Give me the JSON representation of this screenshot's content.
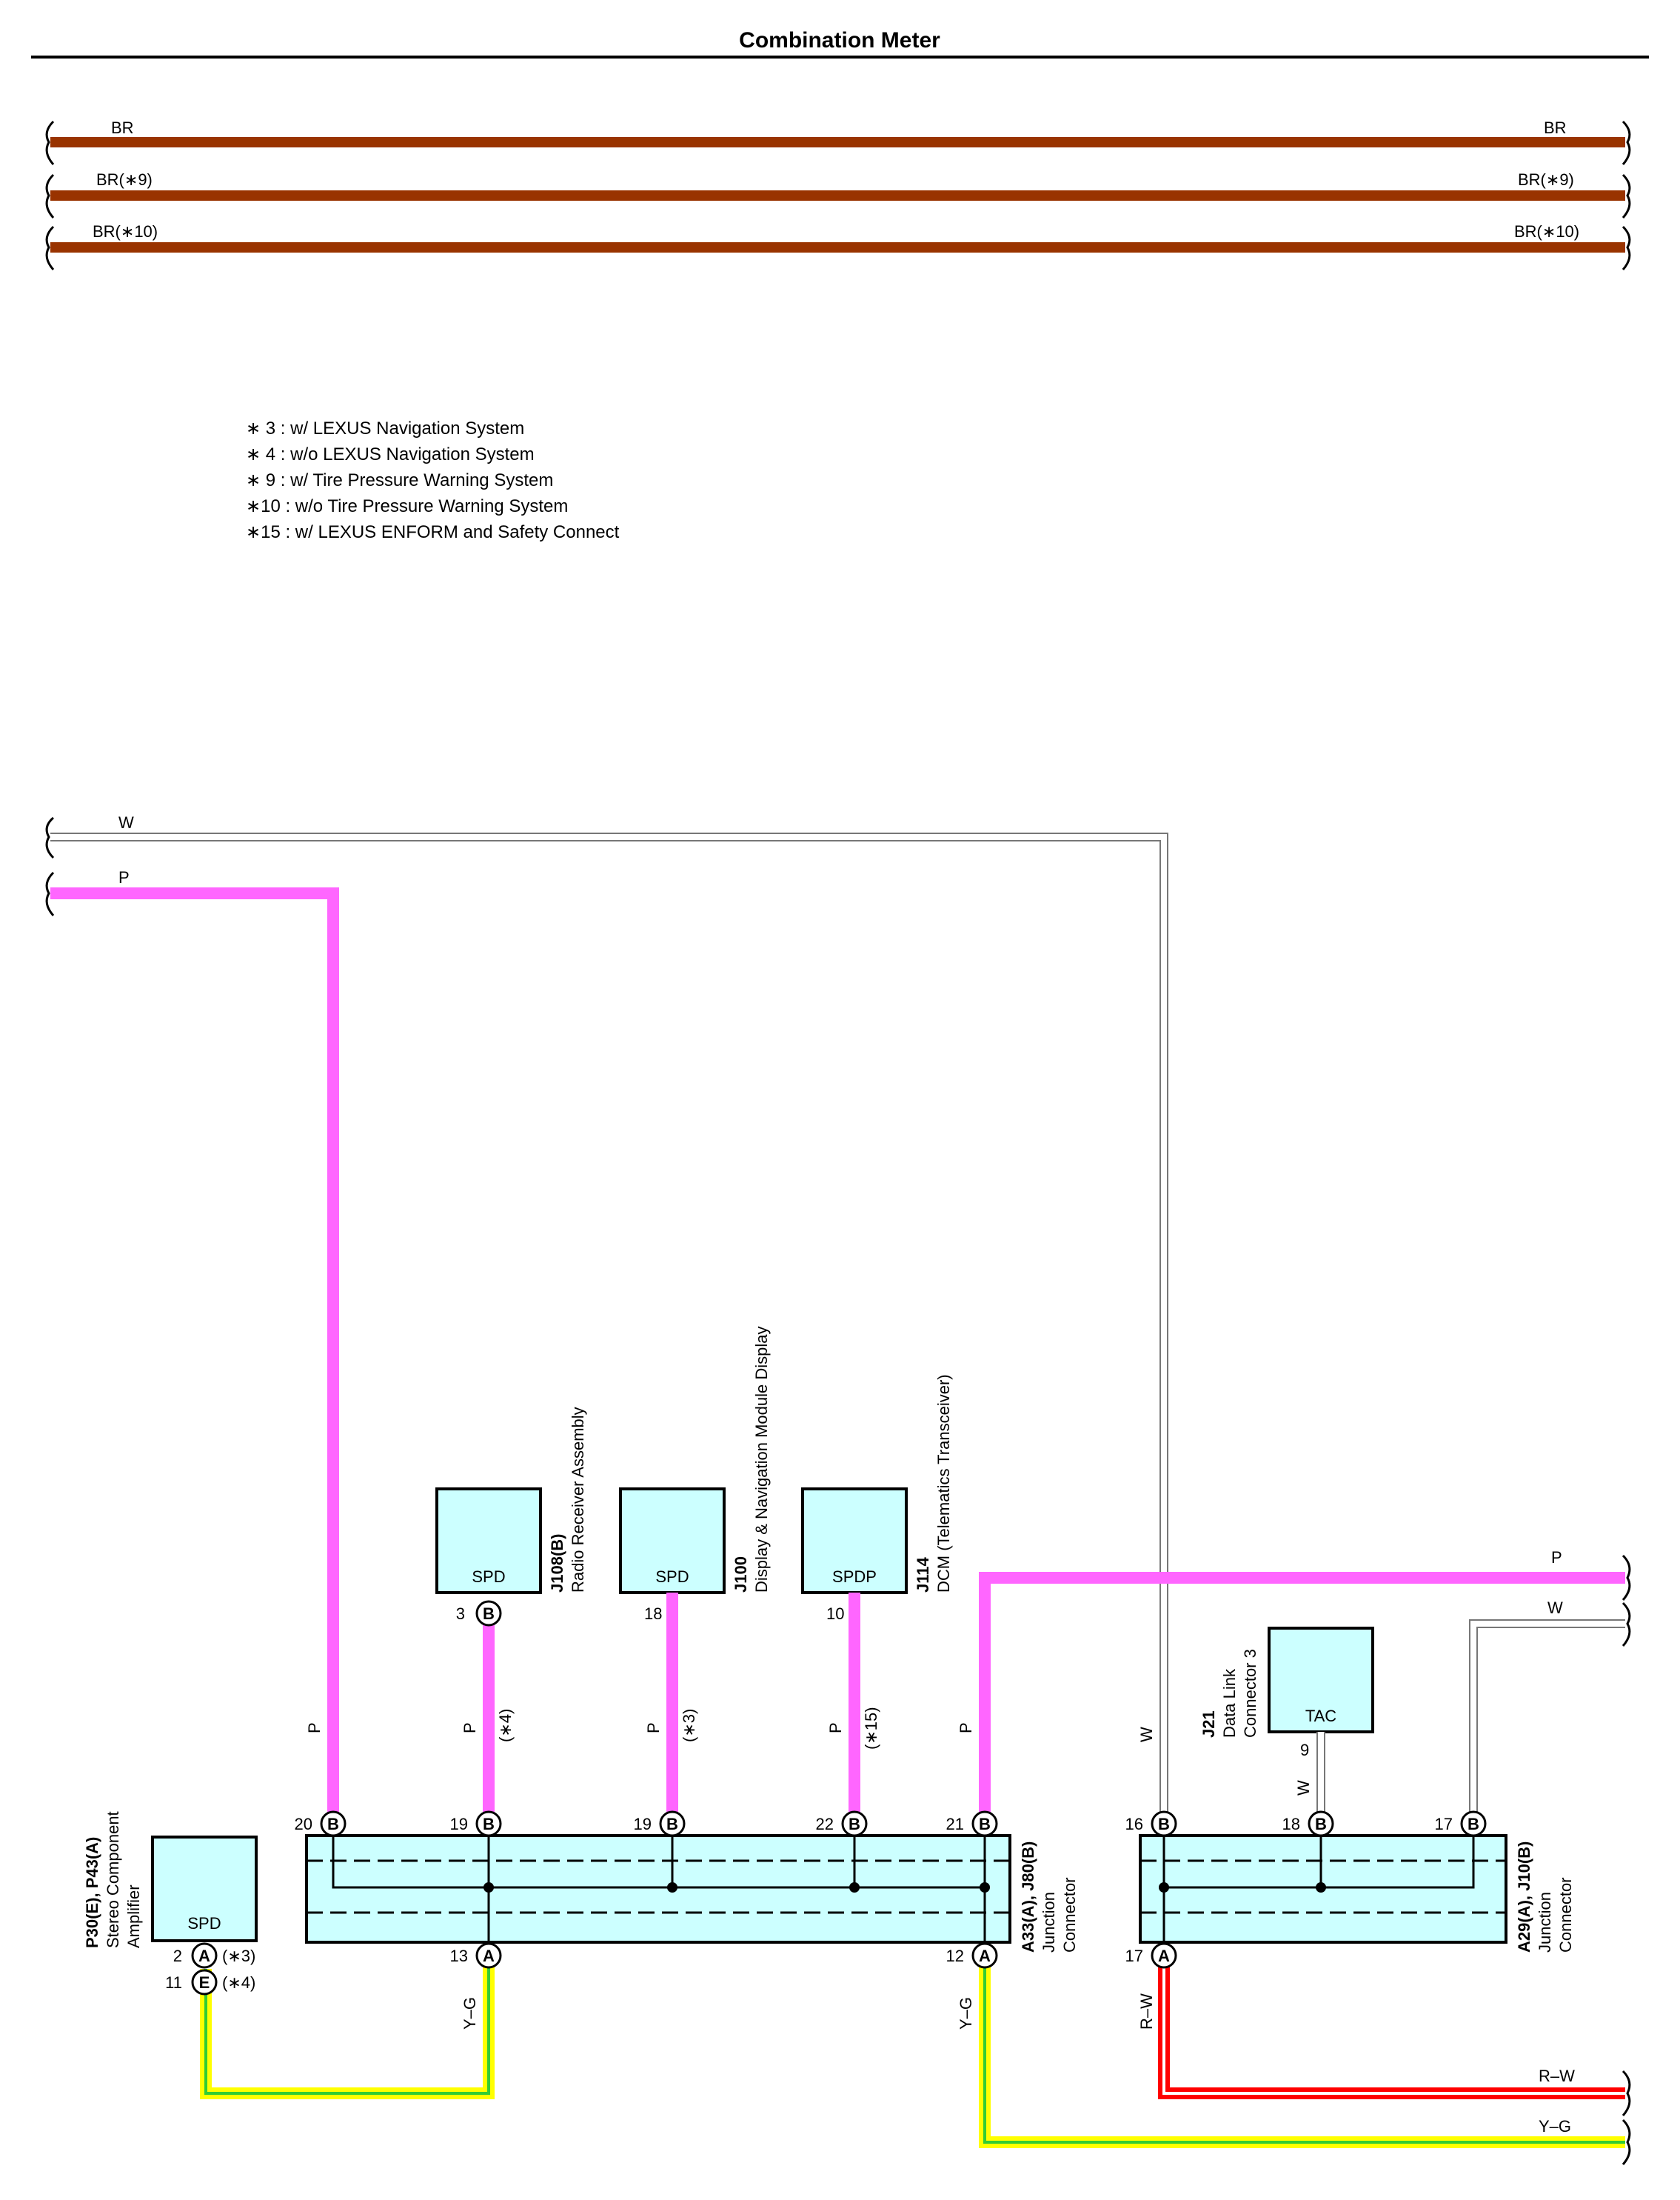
{
  "title": "Combination Meter",
  "colors": {
    "BR": "#993300",
    "P": "#ff66ff",
    "W": "#ffffff",
    "Y": "#ffff00",
    "G": "#33cc33",
    "R": "#ff0000",
    "connector_fill": "#ccffff"
  },
  "top_wires": [
    {
      "left_label": "BR",
      "right_label": "BR"
    },
    {
      "left_label": "BR(∗9)",
      "right_label": "BR(∗9)"
    },
    {
      "left_label": "BR(∗10)",
      "right_label": "BR(∗10)"
    }
  ],
  "notes": [
    "∗ 3 : w/ LEXUS Navigation System",
    "∗ 4 : w/o LEXUS Navigation System",
    "∗ 9 : w/ Tire Pressure Warning System",
    "∗10 : w/o Tire Pressure Warning System",
    "∗15 : w/ LEXUS ENFORM and Safety Connect"
  ],
  "components": {
    "j108": {
      "code": "J108(B)",
      "name": "Radio Receiver Assembly",
      "terminal": "SPD",
      "pin": "3",
      "conn": "B",
      "wire": "P",
      "condition": "(∗4)"
    },
    "j100": {
      "code": "J100",
      "name": "Display & Navigation Module Display",
      "terminal": "SPD",
      "pin": "18",
      "wire": "P",
      "condition": "(∗3)"
    },
    "j114": {
      "code": "J114",
      "name": "DCM (Telematics Transceiver)",
      "terminal": "SPDP",
      "pin": "10",
      "wire": "P",
      "condition": "(∗15)"
    },
    "amp": {
      "code": "P30(E), P43(A)",
      "name_line1": "Stereo Component",
      "name_line2": "Amplifier",
      "terminal": "SPD",
      "pin_a": "2",
      "conn_a": "A",
      "cond_a": "(∗3)",
      "pin_e": "11",
      "conn_e": "E",
      "cond_e": "(∗4)"
    },
    "j21": {
      "code": "J21",
      "name_line1": "Data Link",
      "name_line2": "Connector 3",
      "terminal": "TAC",
      "pin": "9",
      "wire": "W"
    }
  },
  "junction_a": {
    "code": "A33(A), J80(B)",
    "name_line1": "Junction",
    "name_line2": "Connector",
    "top_pins": [
      {
        "num": "20",
        "conn": "B",
        "wire": "P"
      },
      {
        "num": "19",
        "conn": "B",
        "wire": "P"
      },
      {
        "num": "19",
        "conn": "B",
        "wire": "P"
      },
      {
        "num": "22",
        "conn": "B",
        "wire": "P"
      },
      {
        "num": "21",
        "conn": "B",
        "wire": "P"
      }
    ],
    "bottom_pins": [
      {
        "num": "13",
        "conn": "A",
        "wire": "Y–G"
      },
      {
        "num": "12",
        "conn": "A",
        "wire": "Y–G"
      }
    ]
  },
  "junction_b": {
    "code": "A29(A), J10(B)",
    "name_line1": "Junction",
    "name_line2": "Connector",
    "top_pins": [
      {
        "num": "16",
        "conn": "B",
        "wire": "W"
      },
      {
        "num": "18",
        "conn": "B",
        "wire": "W"
      },
      {
        "num": "17",
        "conn": "B"
      }
    ],
    "bottom_pins": [
      {
        "num": "17",
        "conn": "A",
        "wire": "R–W"
      }
    ]
  },
  "edge_labels": {
    "left_w": "W",
    "left_p": "P",
    "right_p": "P",
    "right_w": "W",
    "right_rw": "R–W",
    "right_yg": "Y–G"
  }
}
